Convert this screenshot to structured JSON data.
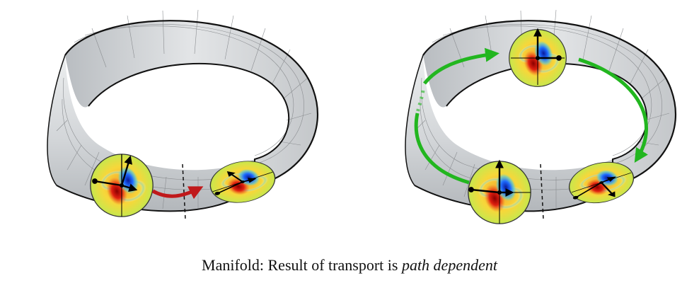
{
  "caption": {
    "prefix": "Manifold: Result of transport is ",
    "emphasis": "path dependent"
  },
  "colors": {
    "surface_fill": "#d7d9db",
    "surface_dark": "#a9adb1",
    "grid": "#8a8d90",
    "edge": "#111111",
    "transport_arrow_left": "#c0191b",
    "transport_path_right": "#22b61f",
    "vector_arrow": "#000000"
  },
  "panels": [
    {
      "name": "left",
      "transport": "direct"
    },
    {
      "name": "right",
      "transport": "around-the-loop"
    }
  ]
}
